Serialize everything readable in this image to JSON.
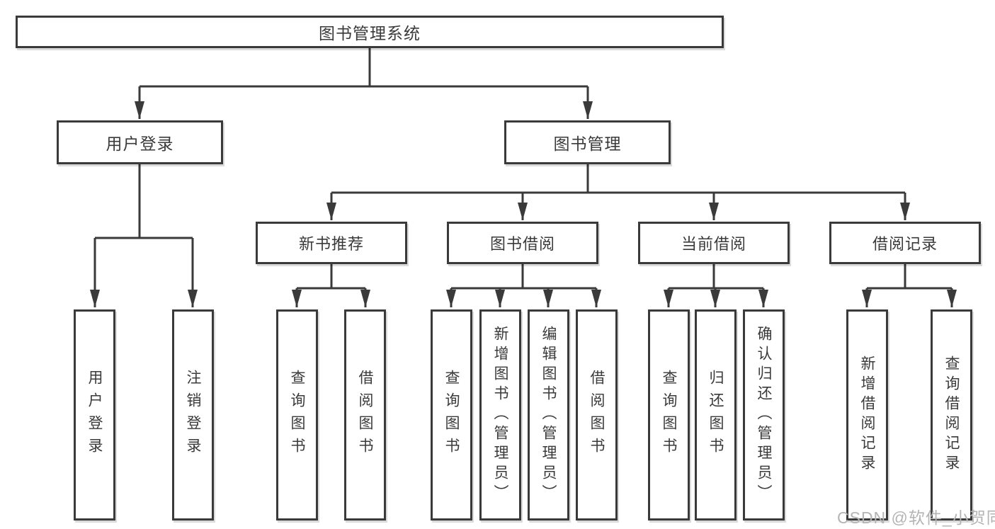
{
  "diagram": {
    "root": {
      "label": "图书管理系统"
    },
    "branches": [
      {
        "label": "用户登录",
        "children": [
          {
            "label": "用户登录"
          },
          {
            "label": "注销登录"
          }
        ]
      },
      {
        "label": "图书管理",
        "children": [
          {
            "label": "新书推荐",
            "children": [
              {
                "label": "查询图书"
              },
              {
                "label": "借阅图书"
              }
            ]
          },
          {
            "label": "图书借阅",
            "children": [
              {
                "label": "查询图书"
              },
              {
                "label": "新增图书（管理员）"
              },
              {
                "label": "编辑图书（管理员）"
              },
              {
                "label": "借阅图书"
              }
            ]
          },
          {
            "label": "当前借阅",
            "children": [
              {
                "label": "查询图书"
              },
              {
                "label": "归还图书"
              },
              {
                "label": "确认归还（管理员）"
              }
            ]
          },
          {
            "label": "借阅记录",
            "children": [
              {
                "label": "新增借阅记录"
              },
              {
                "label": "查询借阅记录"
              }
            ]
          }
        ]
      }
    ],
    "colors": {
      "line": "#3a3a3a",
      "text": "#3a3a3a",
      "watermark": "#b4b4b4",
      "background": "#ffffff"
    }
  },
  "watermark": {
    "text": "CSDN @软件_小贺同学"
  }
}
